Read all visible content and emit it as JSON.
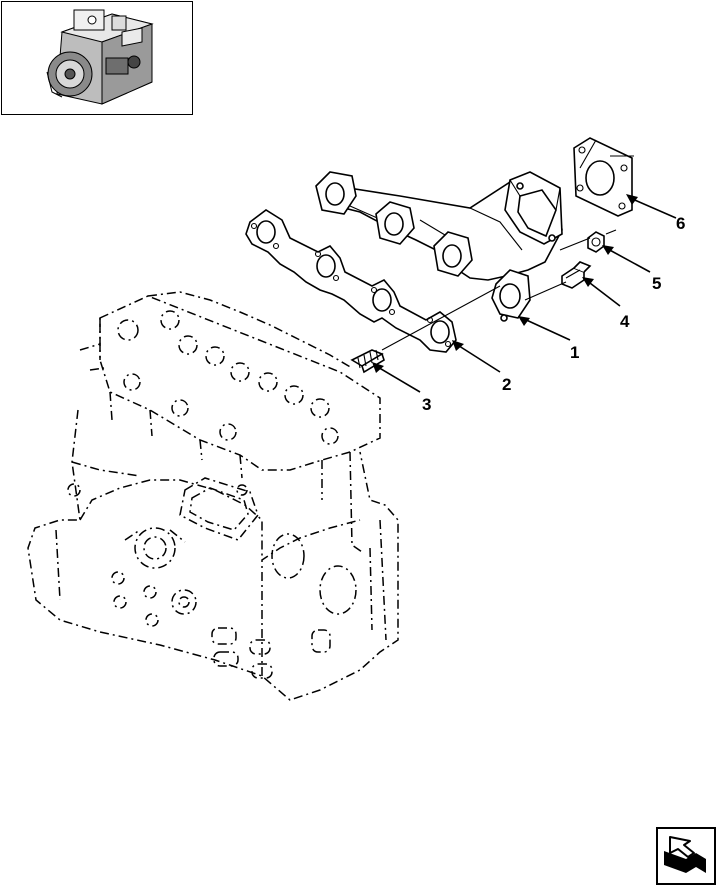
{
  "callouts": [
    {
      "id": "1",
      "label": "1"
    },
    {
      "id": "2",
      "label": "2"
    },
    {
      "id": "3",
      "label": "3"
    },
    {
      "id": "4",
      "label": "4"
    },
    {
      "id": "5",
      "label": "5"
    },
    {
      "id": "6",
      "label": "6"
    }
  ],
  "icons": {
    "thumbnail": "engine-thumbnail-icon",
    "navigation": "next-page-arrow-icon"
  }
}
